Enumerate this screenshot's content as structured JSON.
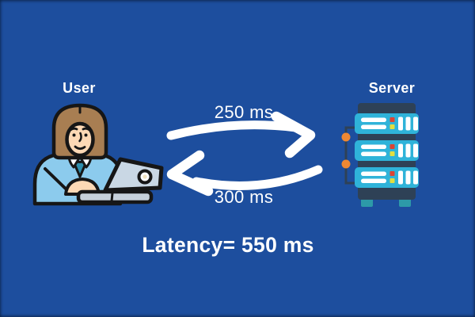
{
  "user_node": {
    "label": "User"
  },
  "server_node": {
    "label": "Server"
  },
  "request_arrow": {
    "label": "250 ms",
    "direction": "user-to-server"
  },
  "response_arrow": {
    "label": "300 ms",
    "direction": "server-to-user"
  },
  "latency_summary": {
    "label": "Latency= 550 ms"
  },
  "colors": {
    "bg": "#1d4e9e",
    "ink": "#ffffff",
    "outline": "#161616",
    "hair": "#a87e52",
    "skin": "#fdd9b5",
    "shirt": "#8ccbed",
    "collar_teal": "#2f8fae",
    "laptop_screen": "#c9d7e4",
    "laptop_base": "#c6d0da",
    "logo_dot": "#efe2c0",
    "server_tower": "#2e4156",
    "server_unit": "#2fb3d9",
    "server_foot": "#2d9aa8",
    "dot_red": "#dd4433",
    "dot_yellow": "#e3df3f",
    "dot_orange": "#ee8833"
  }
}
